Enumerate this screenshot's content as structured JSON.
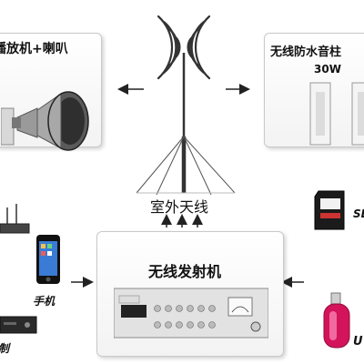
{
  "diagram": {
    "left_top_panel": {
      "title": "播放机+喇叭"
    },
    "right_top_panel": {
      "title": "无线防水音柱",
      "power": "30W"
    },
    "antenna": {
      "label": "室外天线"
    },
    "transmitter": {
      "label": "无线发射机"
    },
    "left_devices": {
      "phone_label": "手机",
      "mixer_label": "控制"
    },
    "right_devices": {
      "sd_label": "SD",
      "usb_label": "U"
    },
    "colors": {
      "panel_border": "#c9c9c9",
      "arrow": "#222222",
      "usb_accent": "#d4145a"
    }
  }
}
